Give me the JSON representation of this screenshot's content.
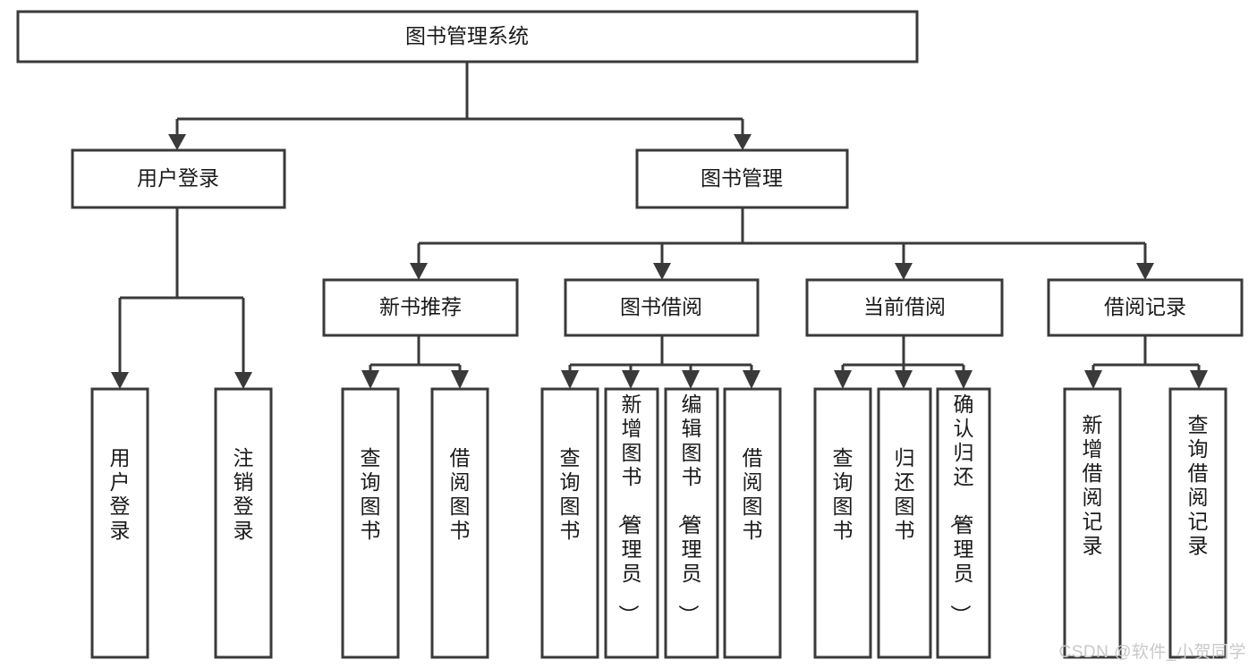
{
  "diagram": {
    "title": "图书管理系统",
    "type": "hierarchy-tree",
    "watermark": "CSDN @软件_小贺同学",
    "colors": {
      "box_stroke": "#3a3a3a",
      "box_fill": "#ffffff",
      "text": "#1a1a1a",
      "background": "#ffffff",
      "watermark": "#c9c9c9"
    },
    "root": {
      "id": "root",
      "label": "图书管理系统"
    },
    "level1": [
      {
        "id": "user-login",
        "label": "用户登录"
      },
      {
        "id": "book-management",
        "label": "图书管理"
      }
    ],
    "level2": [
      {
        "id": "new-book-recommend",
        "label": "新书推荐",
        "parent": "book-management"
      },
      {
        "id": "book-borrow",
        "label": "图书借阅",
        "parent": "book-management"
      },
      {
        "id": "current-borrow",
        "label": "当前借阅",
        "parent": "book-management"
      },
      {
        "id": "borrow-record",
        "label": "借阅记录",
        "parent": "book-management"
      }
    ],
    "leaves": [
      {
        "id": "leaf-user-login",
        "label": "用户登录",
        "parent": "user-login"
      },
      {
        "id": "leaf-logout",
        "label": "注销登录",
        "parent": "user-login"
      },
      {
        "id": "leaf-query-book-1",
        "label": "查询图书",
        "parent": "new-book-recommend"
      },
      {
        "id": "leaf-borrow-book-1",
        "label": "借阅图书",
        "parent": "new-book-recommend"
      },
      {
        "id": "leaf-query-book-2",
        "label": "查询图书",
        "parent": "book-borrow"
      },
      {
        "id": "leaf-add-book",
        "label": "新增图书（管理员）",
        "parent": "book-borrow"
      },
      {
        "id": "leaf-edit-book",
        "label": "编辑图书（管理员）",
        "parent": "book-borrow"
      },
      {
        "id": "leaf-borrow-book-2",
        "label": "借阅图书",
        "parent": "book-borrow"
      },
      {
        "id": "leaf-query-book-3",
        "label": "查询图书",
        "parent": "current-borrow"
      },
      {
        "id": "leaf-return-book",
        "label": "归还图书",
        "parent": "current-borrow"
      },
      {
        "id": "leaf-confirm-return",
        "label": "确认归还（管理员）",
        "parent": "current-borrow"
      },
      {
        "id": "leaf-add-record",
        "label": "新增借阅记录",
        "parent": "borrow-record"
      },
      {
        "id": "leaf-query-record",
        "label": "查询借阅记录",
        "parent": "borrow-record"
      }
    ]
  }
}
